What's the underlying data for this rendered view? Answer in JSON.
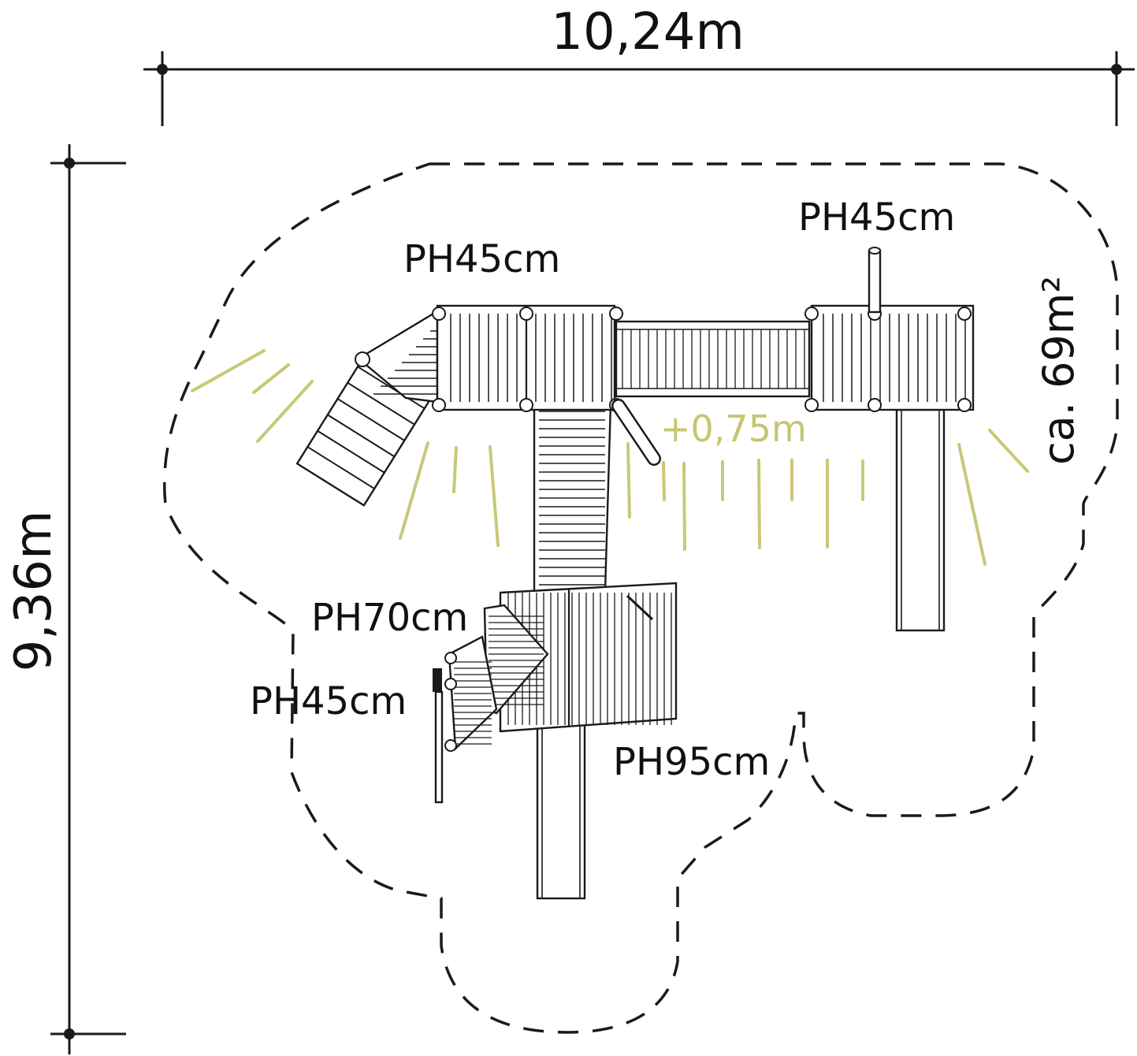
{
  "dimensions": {
    "width_label": "10,24m",
    "depth_label": "9,36m"
  },
  "area": {
    "label": "ca. 69m²"
  },
  "heights": {
    "left_deck": "PH45cm",
    "right_tower": "PH45cm",
    "mid_landing": "PH70cm",
    "lower_step": "PH45cm",
    "main_deck": "PH95cm"
  },
  "elevation": {
    "label": "+0,75m"
  },
  "colors": {
    "line": "#1a1a1a",
    "accent": "#c8c878",
    "background": "#ffffff"
  }
}
